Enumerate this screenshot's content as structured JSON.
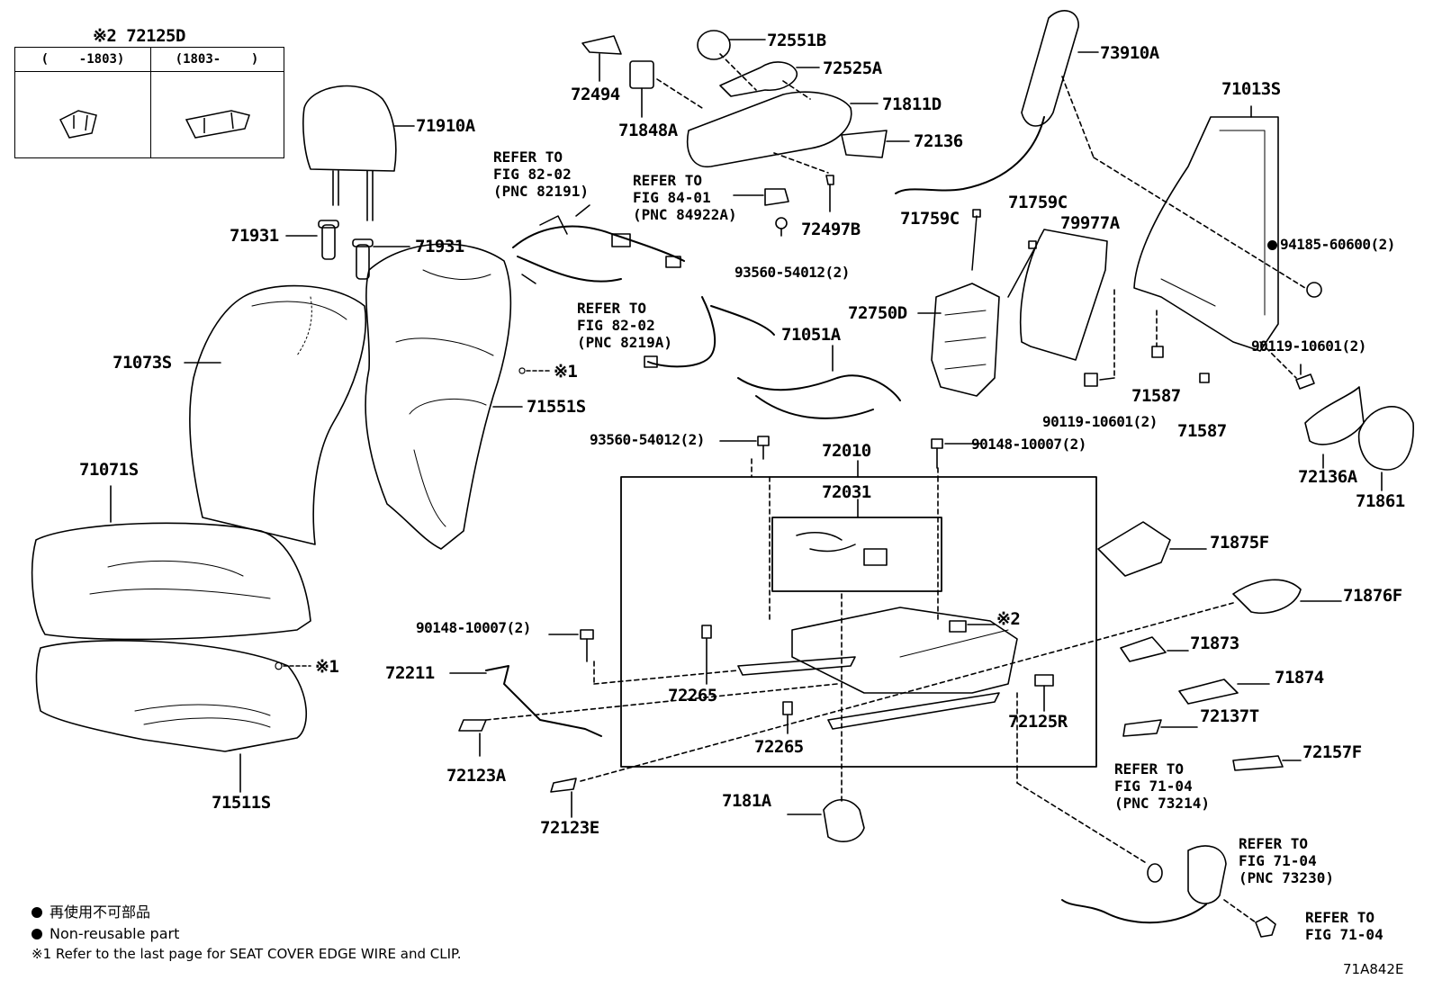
{
  "inset": {
    "title": "※2 72125D",
    "col1": "(    -1803)",
    "col2": "(1803-    )"
  },
  "parts": {
    "p71910A": "71910A",
    "p71931a": "71931",
    "p71931b": "71931",
    "p71073S": "71073S",
    "p71551S": "71551S",
    "p71071S": "71071S",
    "p71511S": "71511S",
    "p72211": "72211",
    "p72123A": "72123A",
    "p72123E": "72123E",
    "p72494": "72494",
    "p71848A": "71848A",
    "p72551B": "72551B",
    "p72525A": "72525A",
    "p71811D": "71811D",
    "p72136": "72136",
    "p72497B": "72497B",
    "p93560a": "93560-54012(2)",
    "p93560b": "93560-54012(2)",
    "p73910A": "73910A",
    "p71759Ca": "71759C",
    "p71759Cb": "71759C",
    "p79977A": "79977A",
    "p72750D": "72750D",
    "p71051A": "71051A",
    "p71013S": "71013S",
    "p94185": "94185-60600(2)",
    "p90119a": "90119-10601(2)",
    "p90119b": "90119-10601(2)",
    "p71587a": "71587",
    "p71587b": "71587",
    "p72136A": "72136A",
    "p71861": "71861",
    "p72010": "72010",
    "p72031": "72031",
    "p90148a": "90148-10007(2)",
    "p90148b": "90148-10007(2)",
    "p72265a": "72265",
    "p72265b": "72265",
    "p72125R": "72125R",
    "p7181A": "7181A",
    "p71875F": "71875F",
    "p71876F": "71876F",
    "p71873": "71873",
    "p71874": "71874",
    "p72137T": "72137T",
    "p72157F": "72157F",
    "note1a": "※1",
    "note1b": "※1",
    "note2": "※2"
  },
  "refs": {
    "r1": "REFER TO\nFIG 82-02\n(PNC 82191)",
    "r2": "REFER TO\nFIG 84-01\n(PNC 84922A)",
    "r3": "REFER TO\nFIG 82-02\n(PNC 8219A)",
    "r4": "REFER TO\nFIG 71-04\n(PNC 73214)",
    "r5": "REFER TO\nFIG 71-04\n(PNC 73230)",
    "r6": "REFER TO\nFIG 71-04"
  },
  "legend": {
    "jp": "再使用不可部品",
    "en": "Non-reusable part",
    "note": "※1 Refer to the last page for SEAT COVER EDGE WIRE and CLIP."
  },
  "diagram_id": "71A842E"
}
